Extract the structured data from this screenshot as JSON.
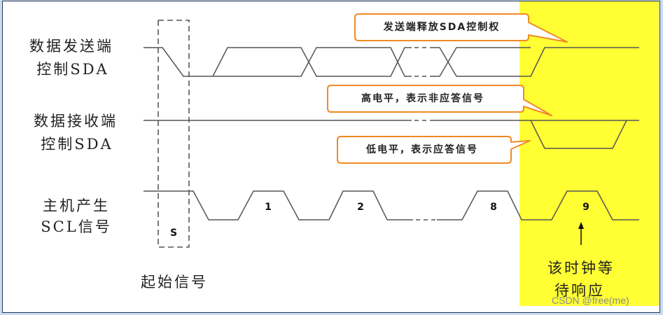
{
  "labels": {
    "sender_line1": "数据发送端",
    "sender_line2": "控制SDA",
    "receiver_line1": "数据接收端",
    "receiver_line2": "控制SDA",
    "master_line1": "主机产生",
    "master_line2": "SCL信号",
    "start_box": "S",
    "start_signal": "起始信号",
    "wait_line1": "该时钟等",
    "wait_line2": "待响应"
  },
  "callouts": {
    "release": "发送端释放SDA控制权",
    "high": "高电平，表示非应答信号",
    "low": "低电平，表示应答信号"
  },
  "clock_pulses": [
    "1",
    "2",
    "8",
    "9"
  ],
  "watermark": "CSDN @free(me)",
  "colors": {
    "highlight": "#ffff33",
    "callout_border": "#f08a24",
    "signal": "#555555"
  }
}
